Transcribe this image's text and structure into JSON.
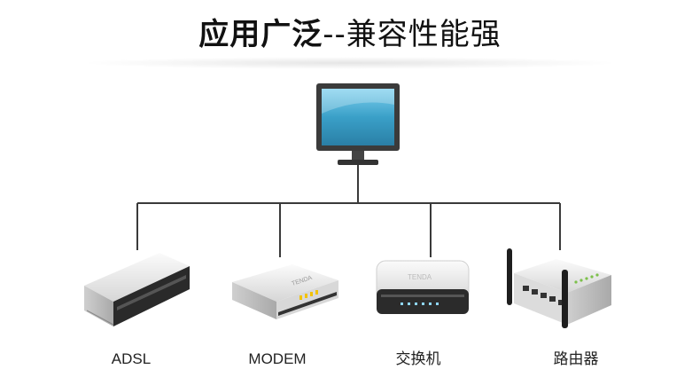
{
  "header": {
    "title_main": "应用广泛",
    "title_sep": "--",
    "title_sub": "兼容性能强"
  },
  "devices": [
    {
      "id": "adsl",
      "label": "ADSL",
      "icon": "adsl-box-icon"
    },
    {
      "id": "modem",
      "label": "MODEM",
      "icon": "modem-icon"
    },
    {
      "id": "switch",
      "label": "交换机",
      "icon": "switch-icon"
    },
    {
      "id": "router",
      "label": "路由器",
      "icon": "router-icon"
    }
  ],
  "colors": {
    "line": "#3a3a3a",
    "screen": "#3aa0c8",
    "device_body": "#e9e9e9",
    "device_dark": "#2a2a2a"
  }
}
